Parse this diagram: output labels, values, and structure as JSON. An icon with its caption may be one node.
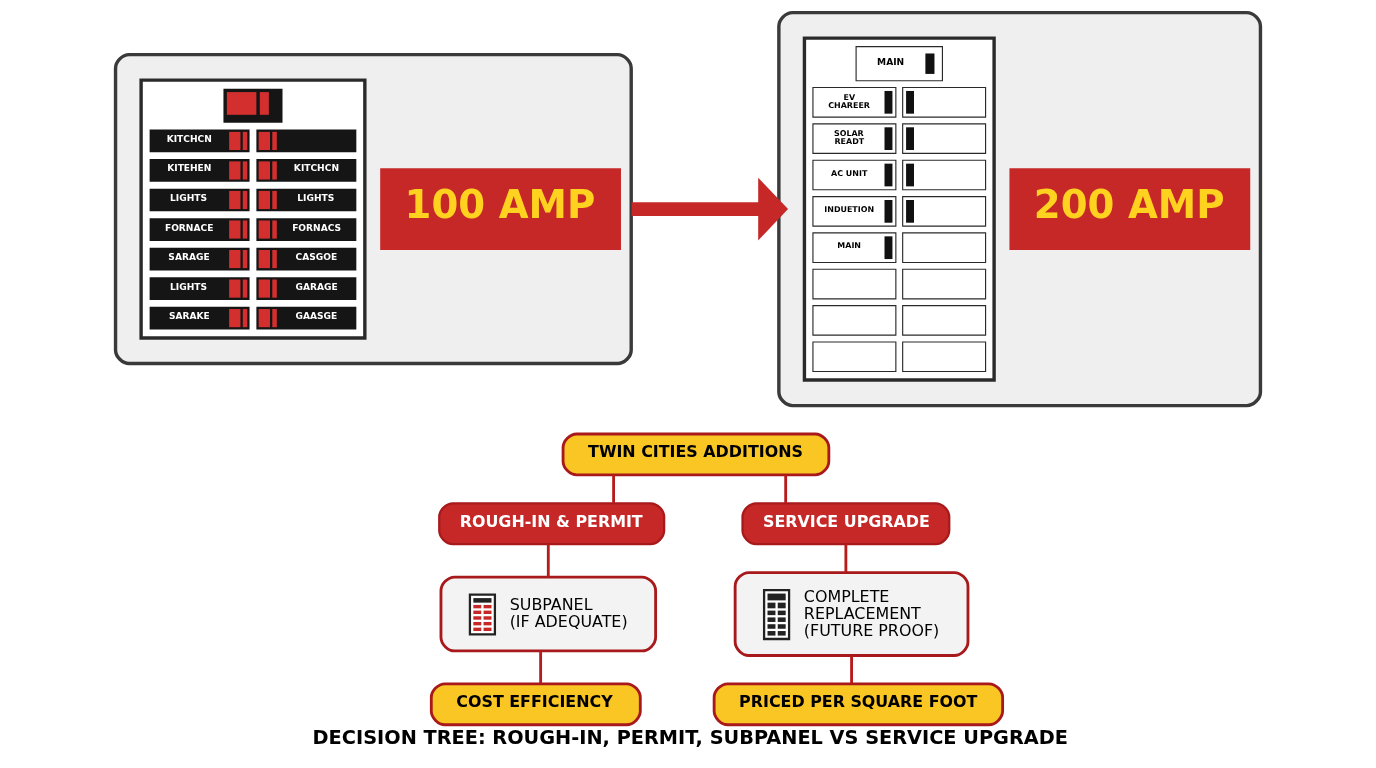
{
  "diagram": {
    "caption": "DECISION TREE: ROUGH-IN, PERMIT, SUBPANEL VS SERVICE UPGRADE",
    "nodes": [
      {
        "text": [
          "100 AMP",
          "KITCHCN",
          "KITEHEN",
          "KITCHCN",
          "LIGHTS",
          "LIGHTS",
          "FORNACE",
          "FORNACS",
          "SARAGE",
          "CASGOE",
          "LIGHTS",
          "GARAGE",
          "SARAKE",
          "GAASGE"
        ]
      },
      {
        "text": [
          "200 AMP",
          "MAIN",
          "EV CHAREER",
          "SOLAR READT",
          "AC UNIT",
          "INDUETION",
          "MAIN"
        ]
      },
      {
        "text": [
          "TWIN CITIES ADDITIONS"
        ]
      },
      {
        "text": [
          "ROUGH-IN & PERMIT"
        ]
      },
      {
        "text": [
          "SERVICE UPGRADE"
        ]
      },
      {
        "text": [
          "SUBPANEL (IF ADEQUATE)"
        ]
      },
      {
        "text": [
          "COMPLETE REPLACEMENT (FUTURE PROOF)"
        ]
      },
      {
        "text": [
          "COST EFFICIENCY"
        ]
      },
      {
        "text": [
          "PRICED PER SQUARE FOOT"
        ]
      }
    ],
    "edges": [
      {
        "from": 0,
        "to": 1,
        "arrow": "to",
        "style": "thick"
      },
      {
        "from": 2,
        "to": 3,
        "arrow": "none"
      },
      {
        "from": 2,
        "to": 4,
        "arrow": "none"
      },
      {
        "from": 3,
        "to": 5,
        "arrow": "none"
      },
      {
        "from": 4,
        "to": 6,
        "arrow": "none"
      },
      {
        "from": 5,
        "to": 7,
        "arrow": "none"
      },
      {
        "from": 6,
        "to": 8,
        "arrow": "none"
      }
    ]
  }
}
